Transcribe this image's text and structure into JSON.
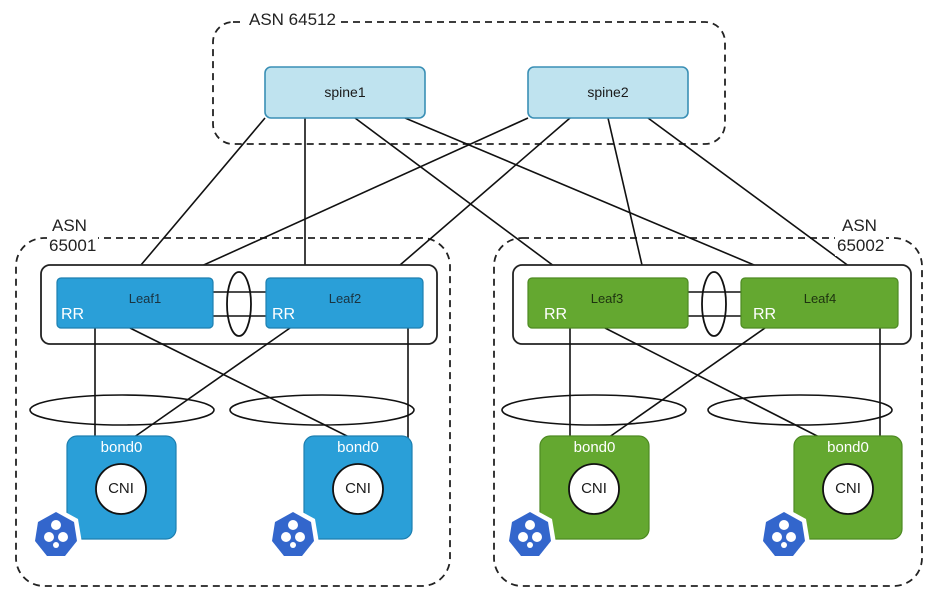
{
  "zones": {
    "spine": {
      "asn": "ASN 64512"
    },
    "left": {
      "asn_line1": "ASN",
      "asn_line2": "65001"
    },
    "right": {
      "asn_line1": "ASN",
      "asn_line2": "65002"
    }
  },
  "spines": [
    {
      "label": "spine1"
    },
    {
      "label": "spine2"
    }
  ],
  "leaves": [
    {
      "label": "Leaf1",
      "badge": "RR"
    },
    {
      "label": "Leaf2",
      "badge": "RR"
    },
    {
      "label": "Leaf3",
      "badge": "RR"
    },
    {
      "label": "Leaf4",
      "badge": "RR"
    }
  ],
  "hosts": [
    {
      "bond": "bond0",
      "cni": "CNI",
      "icon": "kubernetes-pod-icon"
    },
    {
      "bond": "bond0",
      "cni": "CNI",
      "icon": "kubernetes-pod-icon"
    },
    {
      "bond": "bond0",
      "cni": "CNI",
      "icon": "kubernetes-pod-icon"
    },
    {
      "bond": "bond0",
      "cni": "CNI",
      "icon": "kubernetes-pod-icon"
    }
  ],
  "colors": {
    "spine_fill": "#bfe3ef",
    "blue_leaf": "#2a9fd8",
    "green_leaf": "#64a830",
    "k8s_icon": "#3366cc"
  }
}
